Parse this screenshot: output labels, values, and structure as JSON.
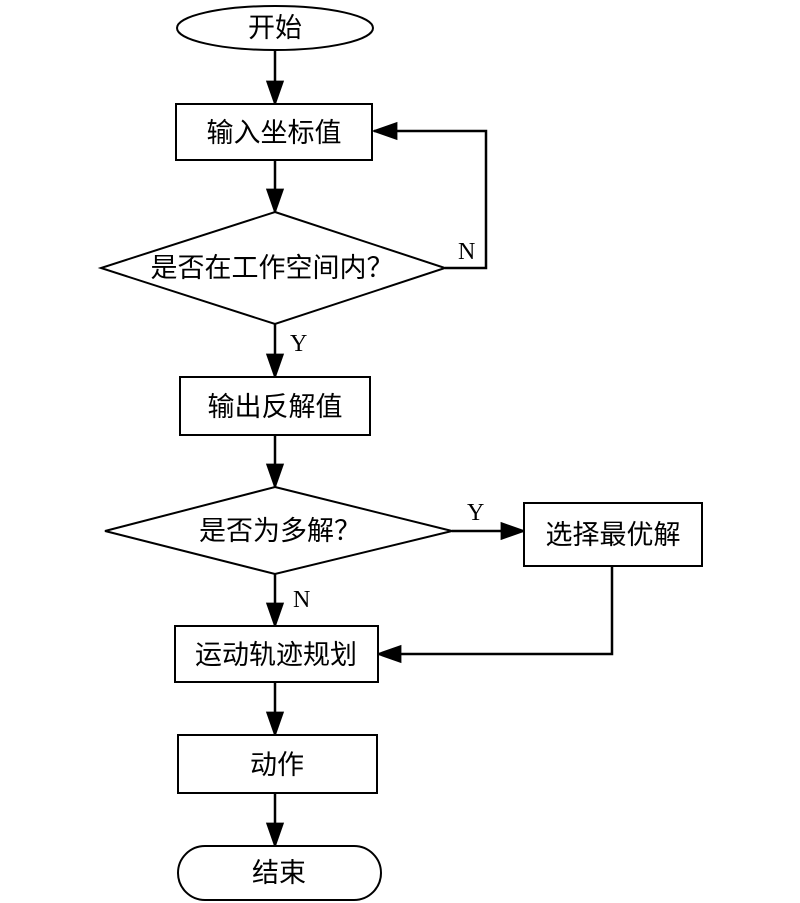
{
  "flowchart": {
    "start": "开始",
    "input": "输入坐标值",
    "decision_workspace": "是否在工作空间内？",
    "output_inverse": "输出反解值",
    "decision_multi": "是否为多解？",
    "select_optimal": "选择最优解",
    "trajectory": "运动轨迹规划",
    "action": "动作",
    "end": "结束"
  },
  "edge_labels": {
    "workspace_no": "N",
    "workspace_yes": "Y",
    "multi_yes": "Y",
    "multi_no": "N"
  }
}
